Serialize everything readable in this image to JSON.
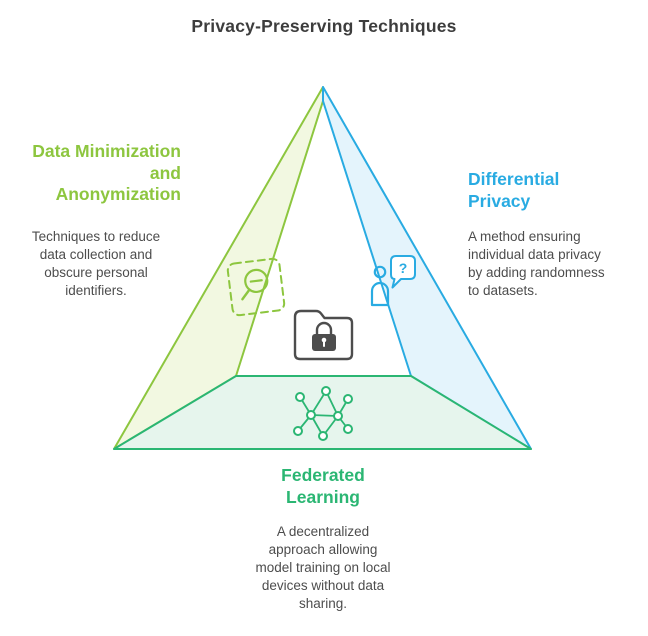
{
  "title": "Privacy-Preserving Techniques",
  "colors": {
    "title_text": "#3d3d3d",
    "body_text": "#4d4d4d",
    "dark": "#4d4d4d",
    "lime": "#8dc63f",
    "lime_fill": "#f2f8e1",
    "blue": "#29abe2",
    "blue_fill": "#e4f4fc",
    "teal": "#2bb673",
    "teal_fill": "#e6f5ed",
    "white": "#ffffff"
  },
  "sections": {
    "left": {
      "heading": "Data Minimization\nand\nAnonymization",
      "body": "Techniques to reduce\ndata collection and\nobscure personal\nidentifiers.",
      "icon": "magnifier-minus-icon"
    },
    "right": {
      "heading": "Differential\nPrivacy",
      "body": "A method ensuring\nindividual data privacy\nby adding randomness\nto datasets.",
      "icon": "person-question-icon",
      "bubble_char": "?"
    },
    "bottom": {
      "heading": "Federated\nLearning",
      "body": "A decentralized\napproach allowing\nmodel training on local\ndevices without data\nsharing.",
      "icon": "network-nodes-icon"
    },
    "center": {
      "icon": "folder-lock-icon"
    }
  }
}
